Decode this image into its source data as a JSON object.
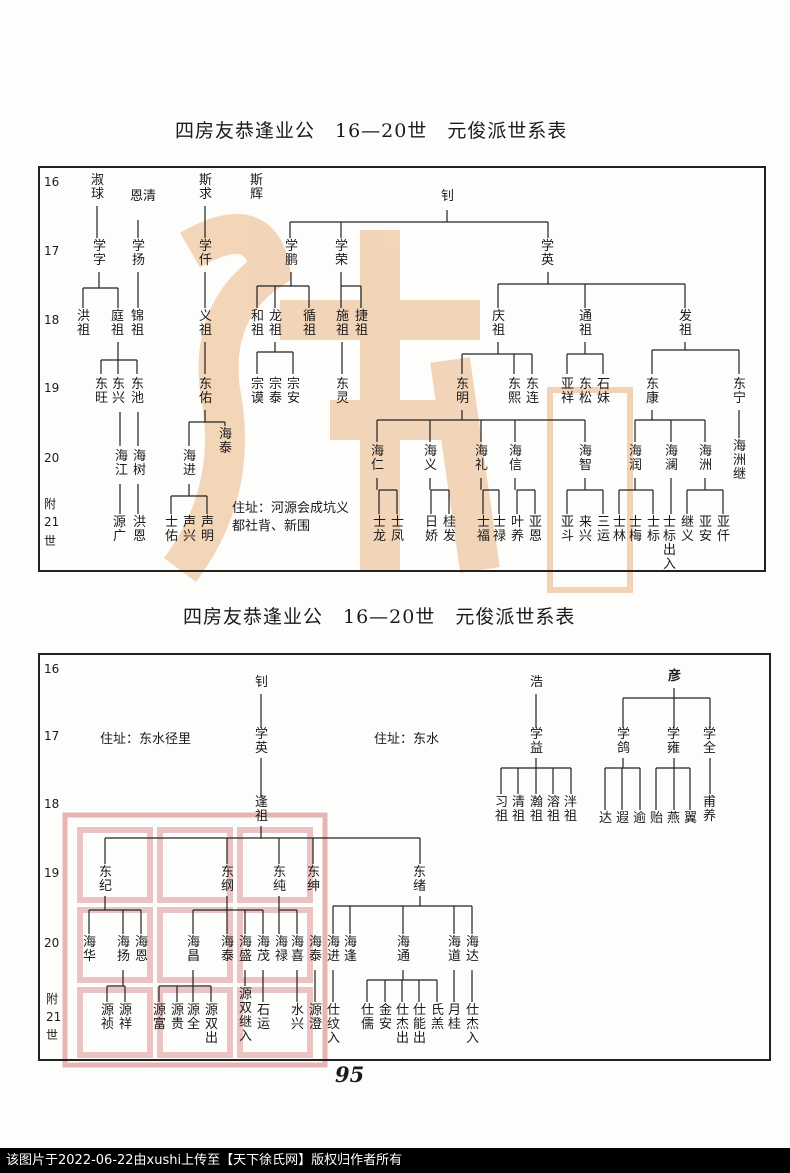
{
  "title1": "四房友恭逢业公　16—20世　元俊派世系表",
  "title2": "四房友恭逢业公　16—20世　元俊派世系表",
  "table1": {
    "generations": [
      "16",
      "17",
      "18",
      "19",
      "20",
      "附",
      "21",
      "世"
    ],
    "residence": "住址：河源会成坑义都社背、新围",
    "names16": [
      "淑球",
      "恩清",
      "斯求",
      "斯辉",
      "钊"
    ],
    "names17": [
      "学字",
      "学扬",
      "学仟",
      "学鹏",
      "学荣",
      "学英"
    ],
    "names18": [
      "洪祖",
      "庭祖",
      "锦祖",
      "义祖",
      "和祖",
      "龙祖",
      "循祖",
      "施祖",
      "捷祖",
      "庆祖",
      "通祖",
      "发祖"
    ],
    "names19": [
      "东旺",
      "东兴",
      "东池",
      "东佑",
      "宗谟",
      "宗泰",
      "宗安",
      "东灵",
      "东明",
      "东熙",
      "东连",
      "亚祥",
      "东松",
      "石妹",
      "东康",
      "东宁"
    ],
    "names20": [
      "海江",
      "海树",
      "海进",
      "海泰",
      "海仁",
      "海义",
      "海礼",
      "海信",
      "海智",
      "海润",
      "海澜",
      "海洲",
      "海洲继"
    ],
    "names21": [
      "源广",
      "洪恩",
      "士佑",
      "声兴",
      "声明",
      "士龙",
      "士凤",
      "日娇",
      "桂发",
      "士福",
      "士禄",
      "叶养",
      "亚恩",
      "亚斗",
      "来兴",
      "三运",
      "士林",
      "士梅",
      "士标",
      "士标出入",
      "继义",
      "亚安",
      "亚仟"
    ]
  },
  "table2": {
    "generations": [
      "16",
      "17",
      "18",
      "19",
      "20",
      "附",
      "21",
      "世"
    ],
    "residence_a": "住址：东水径里",
    "residence_b": "住址：东水",
    "names16": [
      "钊",
      "浩",
      "彦"
    ],
    "names17": [
      "学英",
      "学益",
      "学鸽",
      "学雍",
      "学全"
    ],
    "names18": [
      "逢祖",
      "习祖",
      "清祖",
      "瀚祖",
      "溶祖",
      "泮祖",
      "达",
      "遐",
      "逾",
      "贻",
      "燕",
      "翼",
      "甫养"
    ],
    "names19": [
      "东纪",
      "东纲",
      "东纯",
      "东绅",
      "东绪"
    ],
    "names20": [
      "海华",
      "海扬",
      "海恩",
      "海昌",
      "海泰",
      "海盛",
      "海茂",
      "海禄",
      "海喜",
      "海泰",
      "海进",
      "海逢",
      "海通",
      "海道",
      "海达"
    ],
    "names21": [
      "源祯",
      "源祥",
      "源富",
      "源贵",
      "源全",
      "源双出",
      "源双继入",
      "石运",
      "水兴",
      "源澄",
      "仕纹入",
      "仕儒",
      "金安",
      "仕杰出",
      "仕能出",
      "氏羔",
      "月桂",
      "仕杰入"
    ]
  },
  "page_number": "95",
  "footer": "该图片于2022-06-22由xushi上传至【天下徐氏网】版权归作者所有",
  "colors": {
    "ink": "#1b1b1b",
    "watermark_orange": "#e9b487",
    "watermark_red": "#e3a8a8"
  }
}
